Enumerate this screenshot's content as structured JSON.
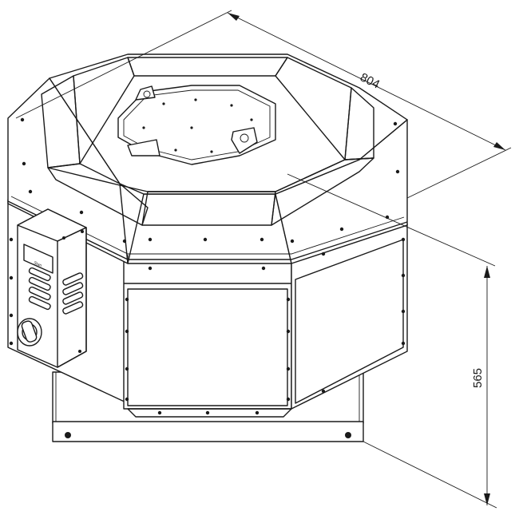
{
  "drawing": {
    "dimensions": {
      "width_value": "804",
      "height_value": "565"
    },
    "control_box": {
      "brand_label": "Stan"
    }
  }
}
